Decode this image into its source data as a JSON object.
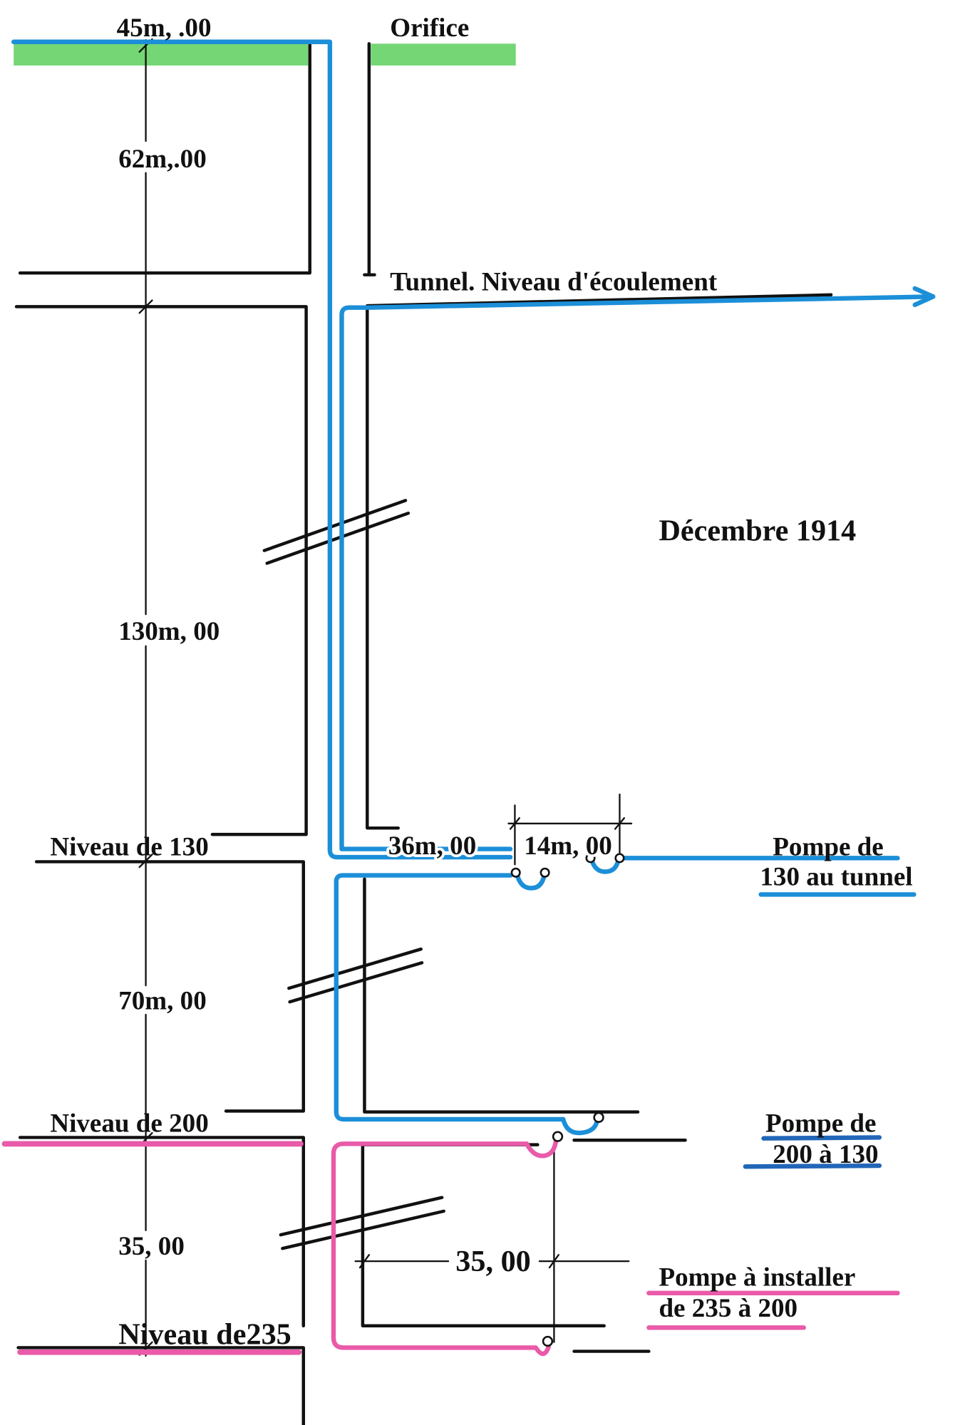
{
  "title": "Décembre 1914",
  "surface": {
    "depth": "45m, .00",
    "orifice": "Orifice"
  },
  "dimensions": {
    "surface_to_tunnel": "62m,.00",
    "tunnel_to_130": "130m, 00",
    "level_130_to_200": "70m, 00",
    "level_200_to_235": "35, 00",
    "pump_offset_1": "36m, 00",
    "pump_offset_2": "14m, 00",
    "gallery_235": "35, 00"
  },
  "levels": {
    "tunnel": "Tunnel. Niveau d'écoulement",
    "level_130": "Niveau de 130",
    "level_200": "Niveau de 200",
    "level_235": "Niveau de235"
  },
  "pumps": [
    {
      "line1": "Pompe de",
      "line2": "130 au tunnel"
    },
    {
      "line1": "Pompe de",
      "line2": "200 à 130"
    },
    {
      "line1": "Pompe à installer",
      "line2": "de 235 à 200"
    }
  ],
  "colors": {
    "pipe_blue": "#1c8fd8",
    "pipe_blue_dark": "#2266b8",
    "ground_green": "#74d674",
    "pipe_pink": "#e95aa8",
    "ink": "#111111",
    "background": "#ffffff"
  }
}
